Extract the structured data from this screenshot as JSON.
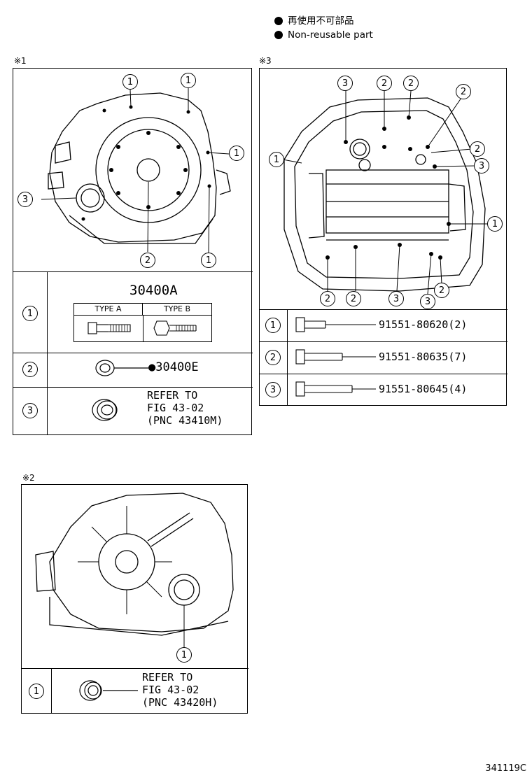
{
  "legend": {
    "japanese": "再使用不可部品",
    "english": "Non-reusable part"
  },
  "notes": {
    "n1": "※1",
    "n2": "※2",
    "n3": "※3"
  },
  "callouts": {
    "one": "1",
    "two": "2",
    "three": "3"
  },
  "panel1": {
    "rows": [
      {
        "ref": "1",
        "part": "30400A",
        "type_a": "TYPE A",
        "type_b": "TYPE B"
      },
      {
        "ref": "2",
        "part": "●30400E"
      },
      {
        "ref": "3",
        "refer_line1": "REFER TO",
        "refer_line2": "FIG 43-02",
        "refer_line3": "(PNC 43410M)"
      }
    ]
  },
  "panel2": {
    "rows": [
      {
        "ref": "1",
        "refer_line1": "REFER TO",
        "refer_line2": "FIG 43-02",
        "refer_line3": "(PNC 43420H)"
      }
    ]
  },
  "panel3": {
    "rows": [
      {
        "ref": "1",
        "part": "91551-80620(2)"
      },
      {
        "ref": "2",
        "part": "91551-80635(7)"
      },
      {
        "ref": "3",
        "part": "91551-80645(4)"
      }
    ]
  },
  "footer": {
    "code": "341119C"
  }
}
